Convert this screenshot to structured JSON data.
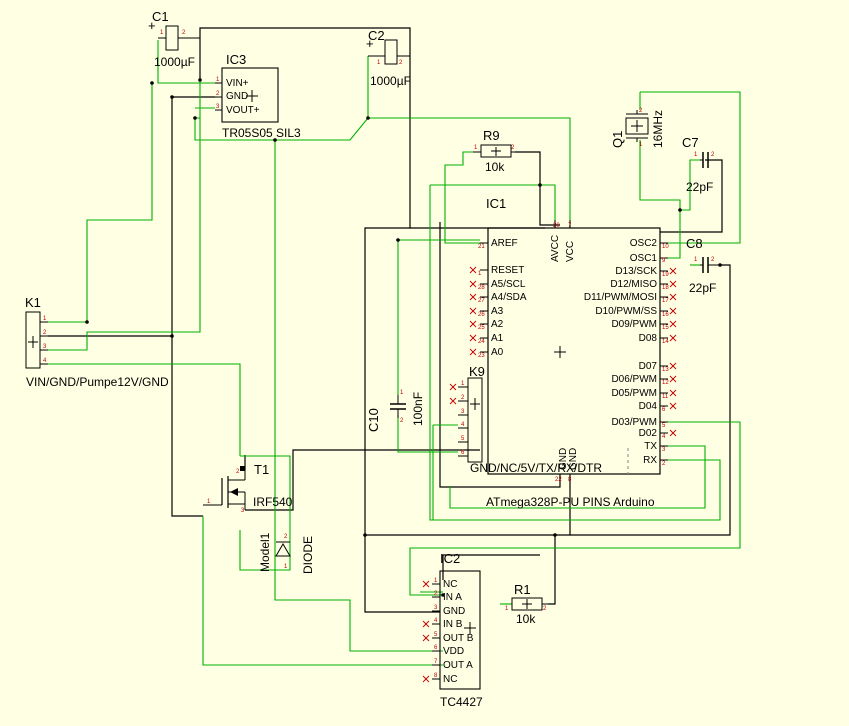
{
  "labels": {
    "c1": {
      "name": "C1",
      "value": "1000µF"
    },
    "c2": {
      "name": "C2",
      "value": "1000µF"
    },
    "ic3": {
      "name": "IC3",
      "value": "TR05S05 SIL3"
    },
    "k1": {
      "name": "K1",
      "value": "VIN/GND/Pumpe12V/GND"
    },
    "t1": {
      "name": "T1",
      "value": "IRF540"
    },
    "diode": {
      "name": "Model1",
      "value": "DIODE"
    },
    "r9": {
      "name": "R9",
      "value": "10k"
    },
    "ic1": {
      "name": "IC1",
      "value": "ATmega328P-PU PINS Arduino"
    },
    "k9": {
      "name": "K9",
      "value": "GND/NC/5V/TX/RX/DTR"
    },
    "c10": {
      "name": "C10",
      "value": "100nF"
    },
    "q1": {
      "name": "Q1",
      "value": "16MHz"
    },
    "c7": {
      "name": "C7",
      "value": "22pF"
    },
    "c8": {
      "name": "C8",
      "value": "22pF"
    },
    "ic2": {
      "name": "IC2",
      "value": "TC4427"
    },
    "r1": {
      "name": "R1",
      "value": "10k"
    }
  },
  "ic3_pins": [
    "VIN+",
    "GND",
    "VOUT+"
  ],
  "ic1_pins": {
    "left": [
      "AREF",
      "RESET",
      "A5/SCL",
      "A4/SDA",
      "A3",
      "A2",
      "A1",
      "A0"
    ],
    "right": [
      "OSC2",
      "OSC1",
      "D13/SCK",
      "D12/MISO",
      "D11/PWM/MOSI",
      "D10/PWM/SS",
      "D09/PWM",
      "D08",
      "D07",
      "D06/PWM",
      "D05/PWM",
      "D04",
      "D03/PWM",
      "D02",
      "TX",
      "RX"
    ],
    "top": [
      "AVCC",
      "VCC"
    ],
    "bottom": [
      "GND",
      "GND"
    ]
  },
  "ic2_pins": [
    "NC",
    "IN A",
    "GND",
    "IN B",
    "OUT B",
    "VDD",
    "OUT A",
    "NC"
  ],
  "colors": {
    "background": "#ffffe4",
    "wire_green": "#00b000",
    "wire_black": "#000000",
    "pin_number": "#c00000"
  }
}
